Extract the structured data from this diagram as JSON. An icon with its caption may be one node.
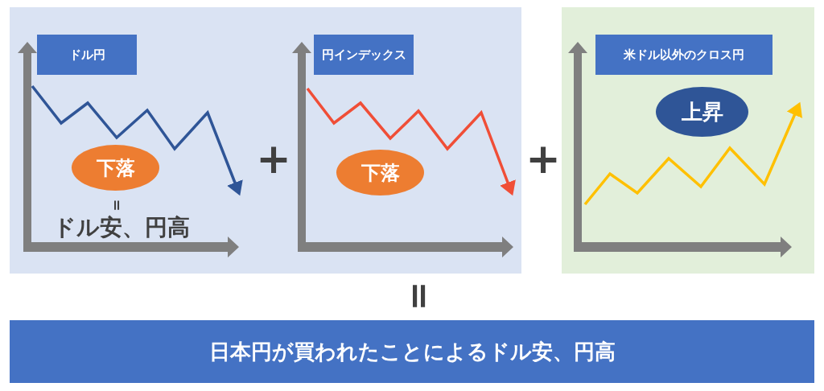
{
  "diagram": {
    "nodes": [
      {
        "text": [
          "ドル円"
        ]
      },
      {
        "text": [
          "下落"
        ]
      },
      {
        "text": [
          "円インデックス"
        ]
      },
      {
        "text": [
          "下落"
        ]
      },
      {
        "text": [
          "米ドル以外のクロス円"
        ]
      },
      {
        "text": [
          "上昇"
        ]
      },
      {
        "text": [
          "日本円が買われたことによるドル安、円高"
        ]
      }
    ],
    "labels": [
      "=",
      "ドル安、円高",
      "+",
      "+",
      "="
    ]
  }
}
